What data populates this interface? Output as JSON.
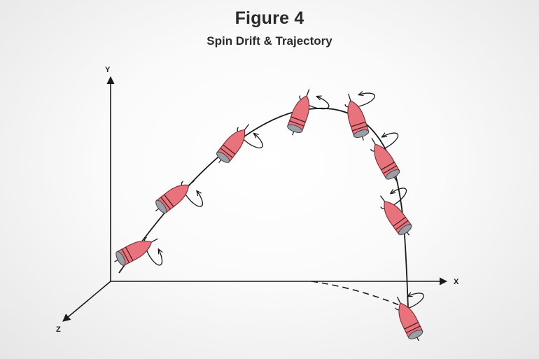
{
  "figure": {
    "title": "Figure 4",
    "subtitle": "Spin Drift & Trajectory"
  },
  "axes": {
    "x_label": "X",
    "y_label": "Y",
    "z_label": "Z"
  },
  "colors": {
    "bullet_body": "#e8737c",
    "bullet_edge": "#7a2a30",
    "bullet_base": "#9a9ea6",
    "line": "#1a1a1a"
  }
}
